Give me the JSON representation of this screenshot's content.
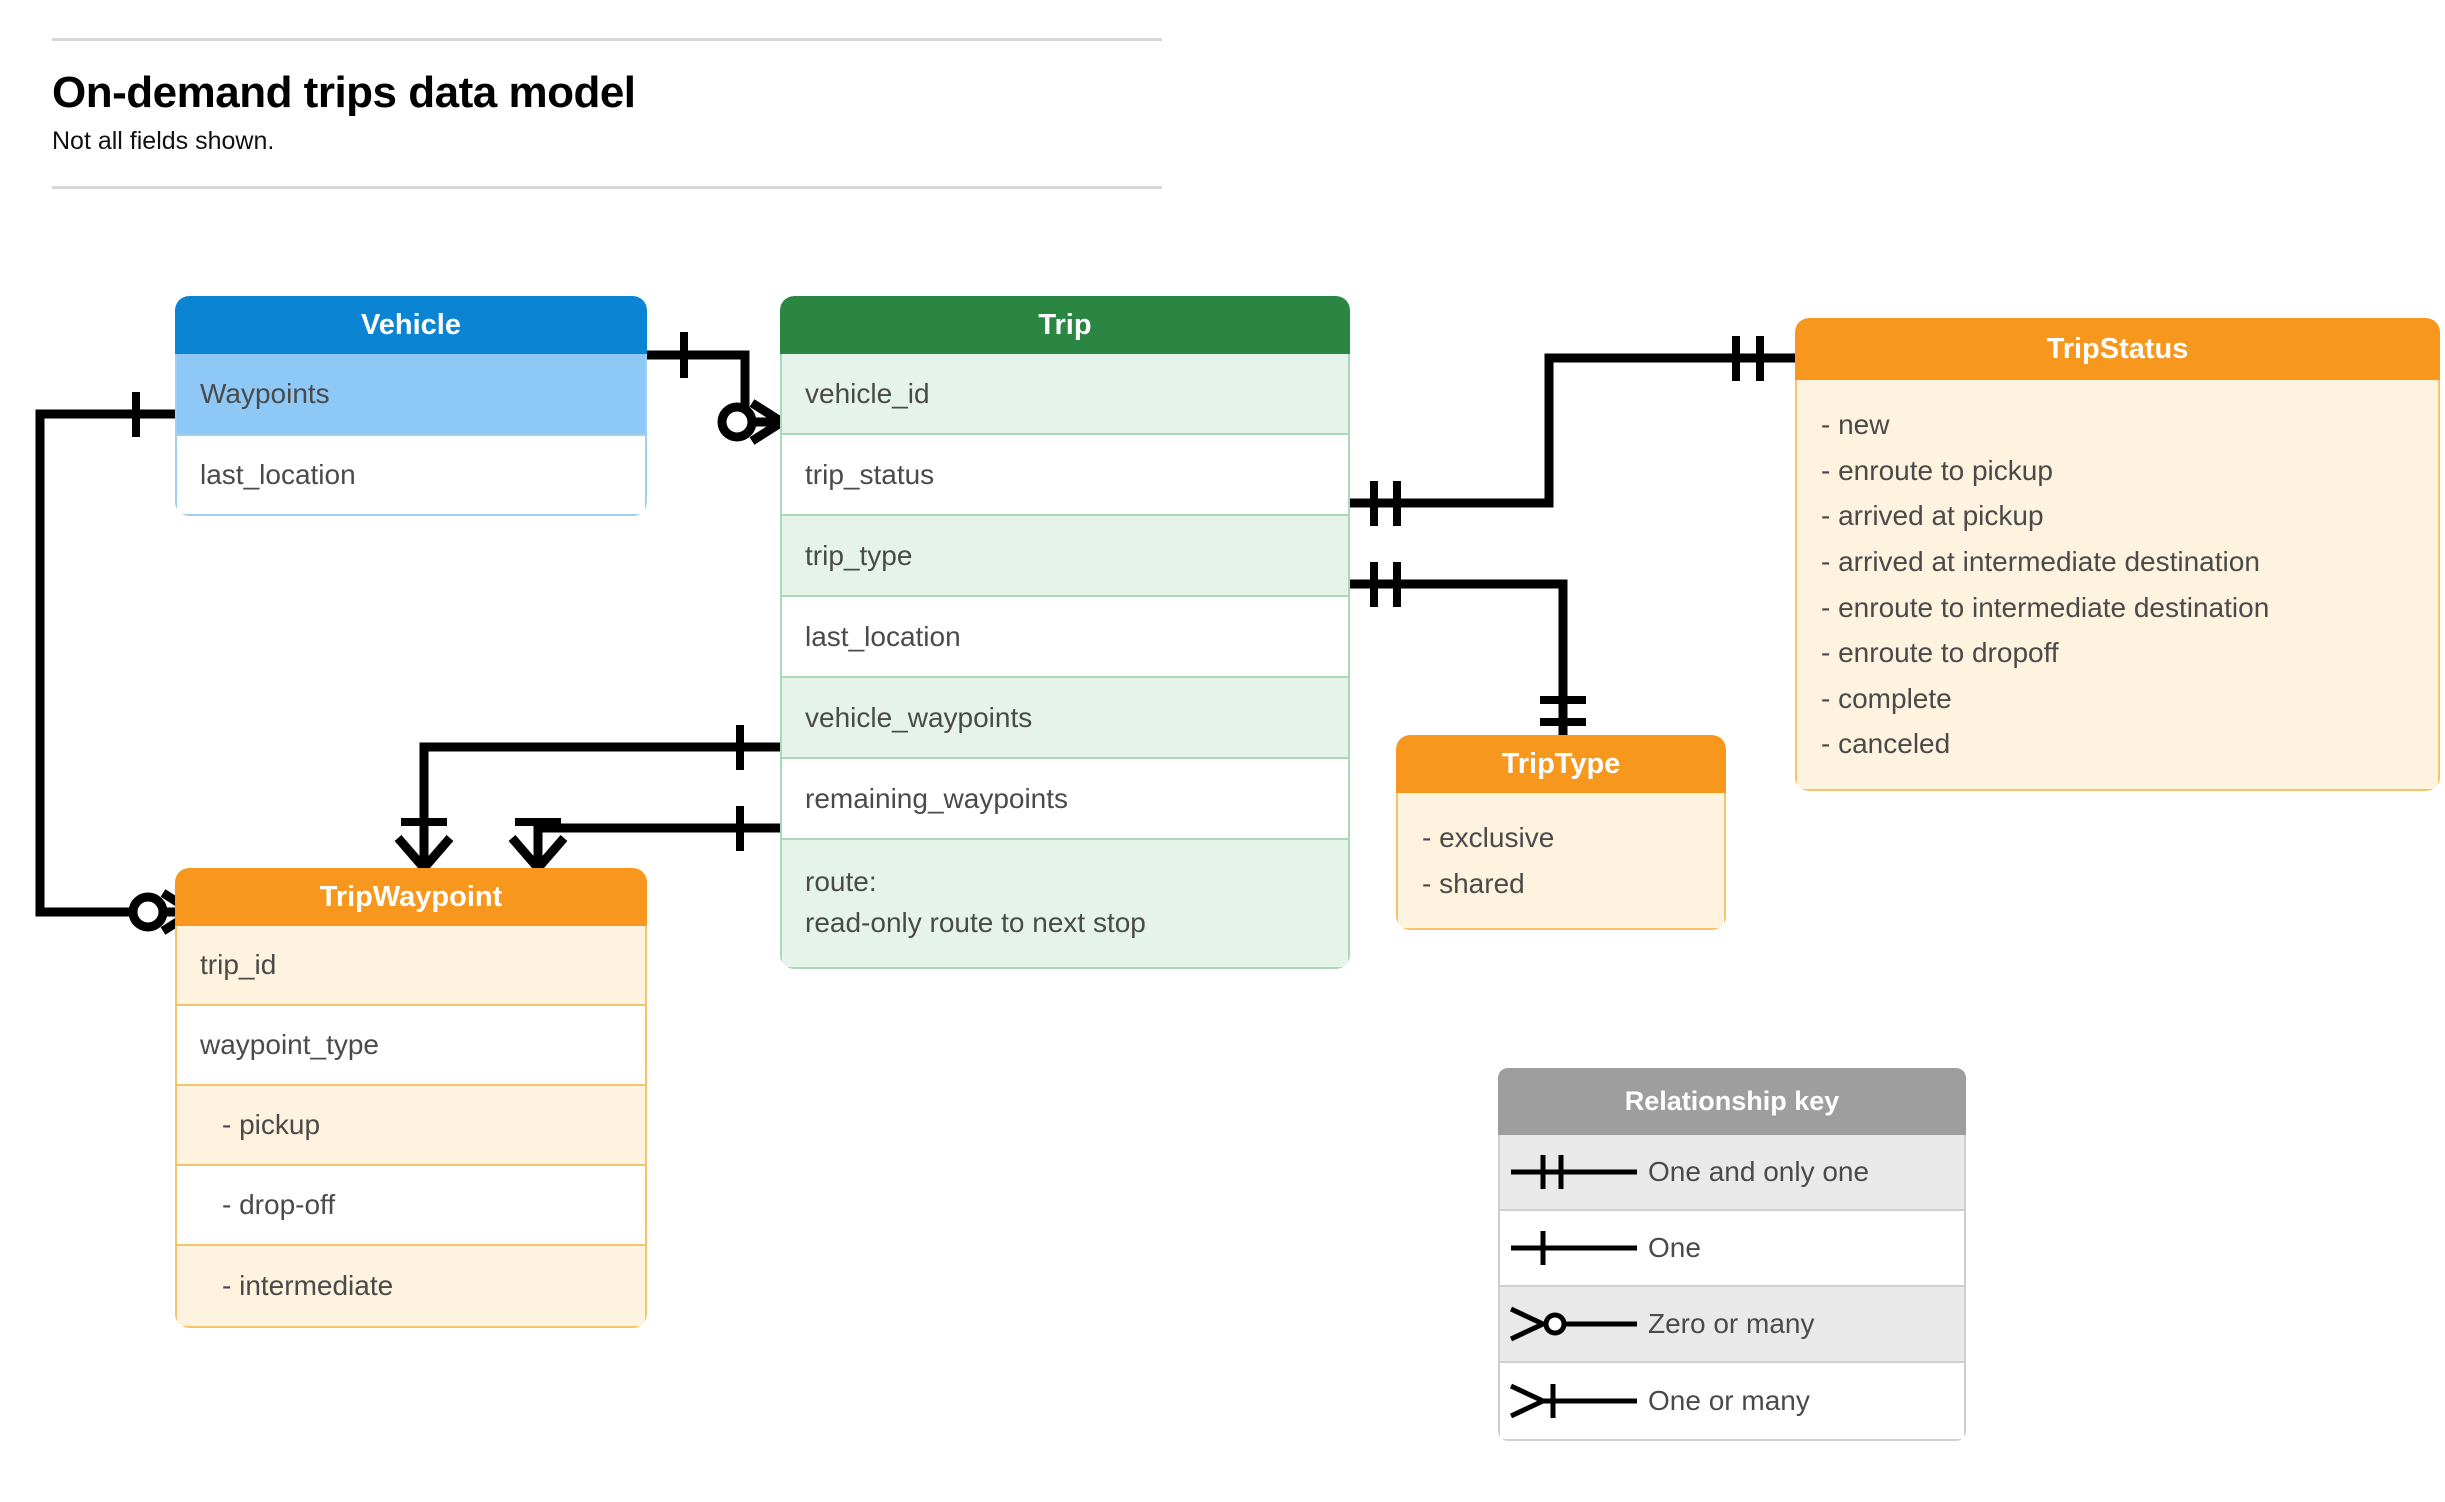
{
  "header": {
    "title": "On-demand trips data model",
    "subtitle": "Not all fields shown."
  },
  "colors": {
    "vehicle_header": "#0b84d4",
    "vehicle_row_highlight": "#8dc8f6",
    "trip_header": "#2b8543",
    "trip_row_alt": "#e6f3ea",
    "orange_header": "#f8971d",
    "orange_body": "#fdf3de",
    "legend_header": "#9e9e9e",
    "connector": "#000000"
  },
  "entities": {
    "vehicle": {
      "title": "Vehicle",
      "rows": [
        {
          "label": "Waypoints"
        },
        {
          "label": "last_location"
        }
      ]
    },
    "trip": {
      "title": "Trip",
      "rows": [
        {
          "label": "vehicle_id"
        },
        {
          "label": "trip_status"
        },
        {
          "label": "trip_type"
        },
        {
          "label": "last_location"
        },
        {
          "label": "vehicle_waypoints"
        },
        {
          "label": "remaining_waypoints"
        },
        {
          "label": "route:",
          "sublabel": "read-only route to next stop"
        }
      ]
    },
    "trip_status": {
      "title": "TripStatus",
      "values": [
        "- new",
        "- enroute to pickup",
        "- arrived at pickup",
        "- arrived at intermediate destination",
        "- enroute to intermediate destination",
        "- enroute to dropoff",
        "- complete",
        "- canceled"
      ]
    },
    "trip_type": {
      "title": "TripType",
      "values": [
        "- exclusive",
        "- shared"
      ]
    },
    "trip_waypoint": {
      "title": "TripWaypoint",
      "rows": [
        {
          "label": "trip_id"
        },
        {
          "label": "waypoint_type"
        },
        {
          "label": "-  pickup"
        },
        {
          "label": "-  drop-off"
        },
        {
          "label": "-  intermediate"
        }
      ]
    }
  },
  "legend": {
    "title": "Relationship key",
    "items": [
      {
        "symbol": "one-and-only-one-icon",
        "label": "One and only one"
      },
      {
        "symbol": "one-icon",
        "label": "One"
      },
      {
        "symbol": "zero-or-many-icon",
        "label": "Zero or many"
      },
      {
        "symbol": "one-or-many-icon",
        "label": "One or many"
      }
    ]
  },
  "relationships": [
    {
      "from": "Vehicle",
      "from_marker": "one",
      "to": "Trip.vehicle_id",
      "to_marker": "zero-or-many"
    },
    {
      "from": "Vehicle.Waypoints",
      "from_marker": "one",
      "to": "TripWaypoint",
      "to_marker": "zero-or-many"
    },
    {
      "from": "Trip.trip_status",
      "from_marker": "one-and-only-one",
      "to": "TripStatus",
      "to_marker": "one-and-only-one"
    },
    {
      "from": "Trip.trip_type",
      "from_marker": "one-and-only-one",
      "to": "TripType",
      "to_marker": "one-and-only-one"
    },
    {
      "from": "Trip.vehicle_waypoints",
      "from_marker": "one",
      "to": "TripWaypoint",
      "to_marker": "one-or-many"
    },
    {
      "from": "Trip.remaining_waypoints",
      "from_marker": "one",
      "to": "TripWaypoint",
      "to_marker": "one-or-many"
    }
  ]
}
